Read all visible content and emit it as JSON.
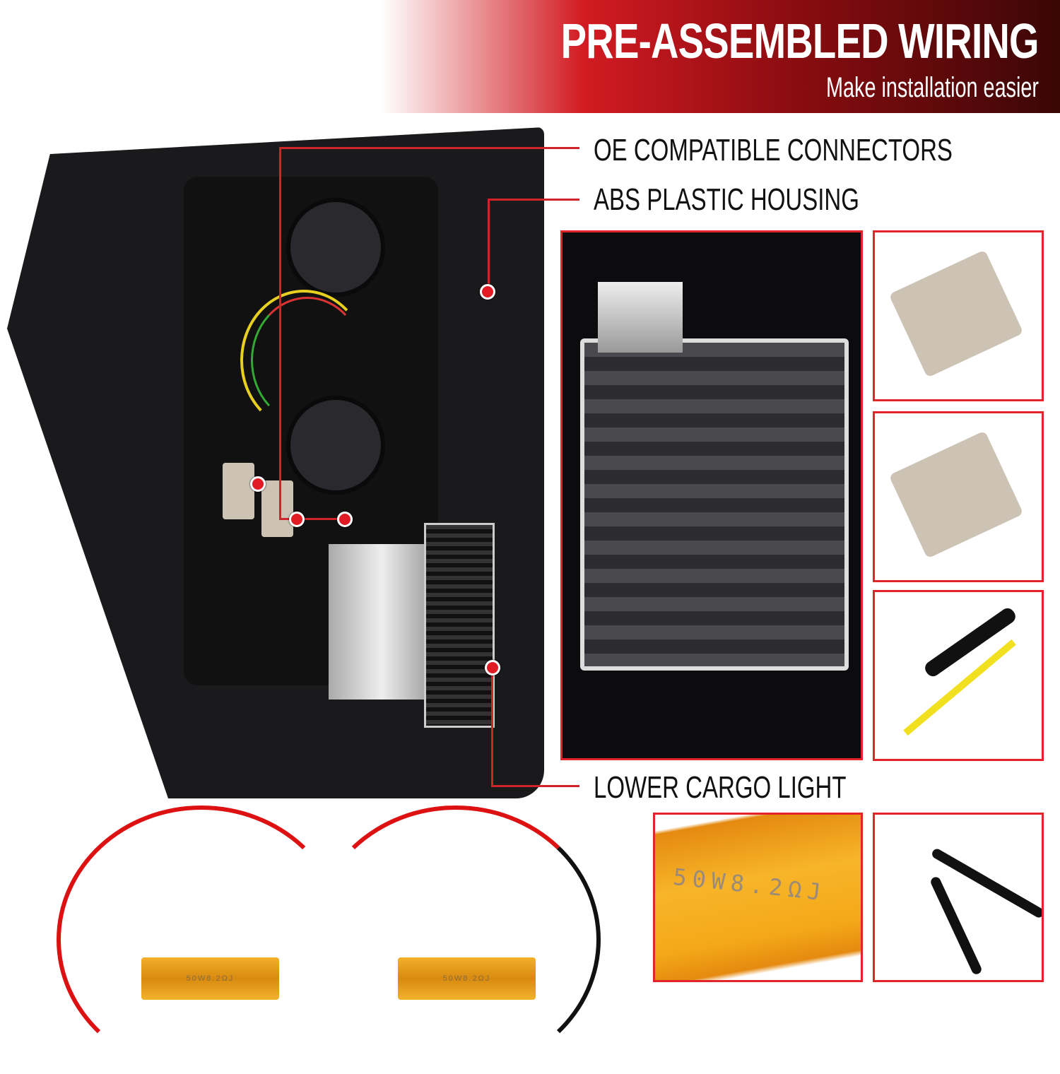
{
  "header": {
    "title": "PRE-ASSEMBLED WIRING",
    "subtitle": "Make installation easier"
  },
  "callouts": [
    {
      "label": "OE COMPATIBLE CONNECTORS"
    },
    {
      "label": "ABS PLASTIC HOUSING"
    },
    {
      "label": "LOWER CARGO LIGHT"
    }
  ],
  "resistor_label": "50W8.2ΩJ",
  "colors": {
    "accent": "#e3242b",
    "gold": "#f0a620",
    "housing": "#1a1a1c"
  }
}
